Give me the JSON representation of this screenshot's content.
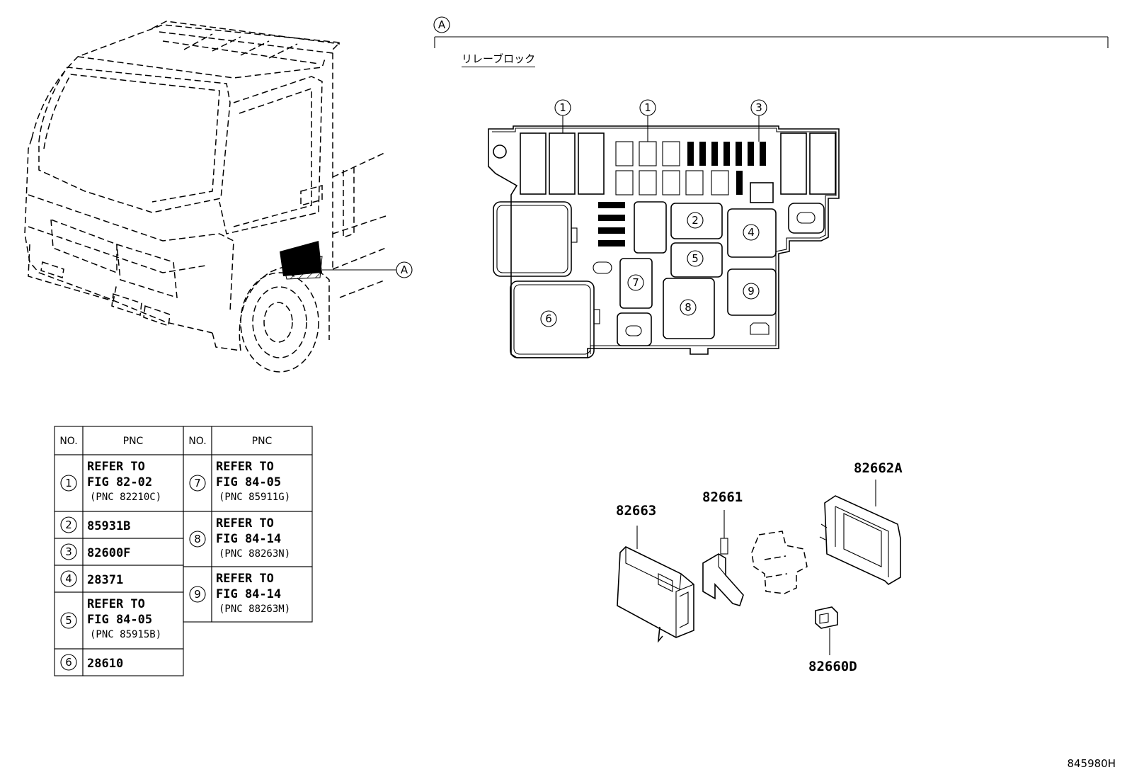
{
  "view_label": "A",
  "section_title": "リレーブロック",
  "illustration_code": "845980H",
  "relay_block_callouts": [
    "1",
    "1",
    "3",
    "2",
    "4",
    "5",
    "7",
    "9",
    "8",
    "6"
  ],
  "part_labels": {
    "p82663": "82663",
    "p82661": "82661",
    "p82662A": "82662A",
    "p82660D": "82660D"
  },
  "table": {
    "headers": [
      "NO.",
      "PNC",
      "NO.",
      "PNC"
    ],
    "left_rows": [
      {
        "no": "1",
        "lines": [
          "REFER TO",
          "FIG 82-02"
        ],
        "note": "(PNC 82210C)"
      },
      {
        "no": "2",
        "lines": [
          "85931B"
        ],
        "note": ""
      },
      {
        "no": "3",
        "lines": [
          "82600F"
        ],
        "note": ""
      },
      {
        "no": "4",
        "lines": [
          "28371"
        ],
        "note": ""
      },
      {
        "no": "5",
        "lines": [
          "REFER TO",
          "FIG 84-05"
        ],
        "note": "(PNC 85915B)"
      },
      {
        "no": "6",
        "lines": [
          "28610"
        ],
        "note": ""
      }
    ],
    "right_rows": [
      {
        "no": "7",
        "lines": [
          "REFER TO",
          "FIG 84-05"
        ],
        "note": "(PNC 85911G)"
      },
      {
        "no": "8",
        "lines": [
          "REFER TO",
          "FIG 84-14"
        ],
        "note": "(PNC 88263N)"
      },
      {
        "no": "9",
        "lines": [
          "REFER TO",
          "FIG 84-14"
        ],
        "note": "(PNC 88263M)"
      }
    ]
  }
}
